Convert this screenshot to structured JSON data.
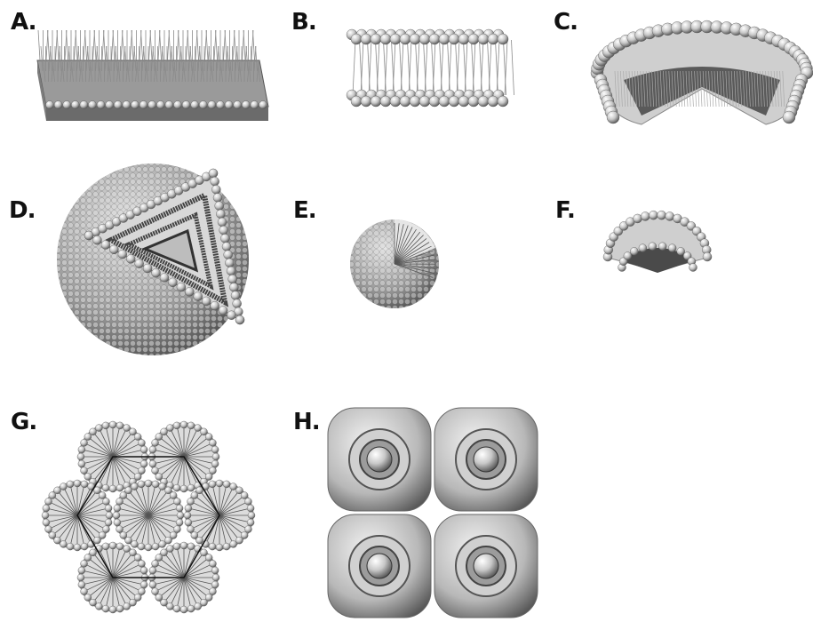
{
  "panels": [
    {
      "label": "A.",
      "depiction": "self-assembled monolayer on substrate"
    },
    {
      "label": "B.",
      "depiction": "lipid bilayer"
    },
    {
      "label": "C.",
      "depiction": "bilayer vesicle cutaway"
    },
    {
      "label": "D.",
      "depiction": "multilamellar vesicle cutaway"
    },
    {
      "label": "E.",
      "depiction": "spherical micelle"
    },
    {
      "label": "F.",
      "depiction": "liposome half"
    },
    {
      "label": "G.",
      "depiction": "hexagonal phase"
    },
    {
      "label": "H.",
      "depiction": "cubic phase"
    }
  ],
  "colors": {
    "sphere_light": "#ffffff",
    "sphere_mid": "#bdbdbd",
    "sphere_dark": "#4a4a4a",
    "substrate_top": "#9a9a9a",
    "substrate_side": "#6b6b6b",
    "tail": "#8a8a8a"
  }
}
